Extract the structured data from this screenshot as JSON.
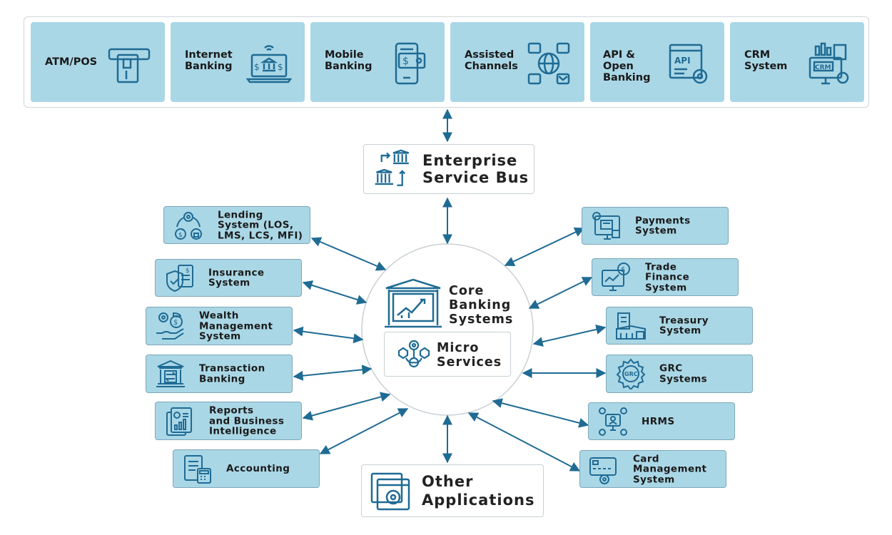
{
  "channels": [
    {
      "label": "ATM/POS",
      "icon": "atm-card-icon"
    },
    {
      "label": "Internet\nBanking",
      "icon": "laptop-bank-icon"
    },
    {
      "label": "Mobile\nBanking",
      "icon": "mobile-wallet-icon"
    },
    {
      "label": "Assisted\nChannels",
      "icon": "globe-contact-icon"
    },
    {
      "label": "API & Open\nBanking",
      "icon": "api-gear-icon"
    },
    {
      "label": "CRM\nSystem",
      "icon": "crm-monitor-icon"
    }
  ],
  "esb": {
    "title": "Enterprise\nService Bus",
    "icon": "bank-transfer-icon"
  },
  "core": {
    "title": "Core\nBanking\nSystems",
    "icon": "bank-chart-icon",
    "micro": "Micro\nServices",
    "micro_icon": "gears-icon"
  },
  "other": {
    "title": "Other\nApplications",
    "icon": "app-window-gear-icon"
  },
  "left_systems": [
    {
      "label": "Lending\nSystem (LOS,\nLMS, LCS, MFI)",
      "icon": "loan-cycle-icon"
    },
    {
      "label": "Insurance\nSystem",
      "icon": "shield-document-icon"
    },
    {
      "label": "Wealth\nManagement\nSystem",
      "icon": "money-hand-icon"
    },
    {
      "label": "Transaction\nBanking",
      "icon": "bank-exchange-icon"
    },
    {
      "label": "Reports\nand Business\nIntelligence",
      "icon": "report-chart-icon"
    },
    {
      "label": "Accounting",
      "icon": "calculator-document-icon"
    }
  ],
  "right_systems": [
    {
      "label": "Payments\nSystem",
      "icon": "payment-monitor-icon"
    },
    {
      "label": "Trade\nFinance\nSystem",
      "icon": "trade-monitor-icon"
    },
    {
      "label": "Treasury\nSystem",
      "icon": "treasury-building-icon"
    },
    {
      "label": "GRC\nSystems",
      "icon": "grc-gear-icon"
    },
    {
      "label": "HRMS",
      "icon": "people-network-icon"
    },
    {
      "label": "Card\nManagement\nSystem",
      "icon": "card-gear-icon"
    }
  ],
  "colors": {
    "box": "#aad7e6",
    "arrow": "#1f6b94",
    "icon": "#1f6b94"
  }
}
